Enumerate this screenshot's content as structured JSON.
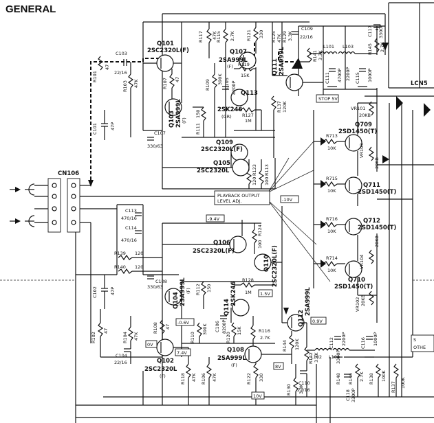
{
  "title": "GENERAL",
  "connector": "CN106",
  "labels": {
    "playback1": "PLAYBACK OUTPUT",
    "playback2": "LEVEL ADJ.",
    "stop": "STOP 5V",
    "lcn": "LCN5",
    "s": "S",
    "othe": "OTHE",
    "v_n10": "-10V",
    "v_n94": "-9.4V",
    "v_15": "1.5V",
    "v_n06": "-0.6V",
    "v_0": "0V",
    "v_74": "7.4V",
    "v_09": "0.9V",
    "v_8": "8V",
    "v_10": "10V"
  },
  "transistors": {
    "q101": "Q101",
    "q101t": "2SC2320L(F)",
    "q107": "Q107",
    "q107t": "2SA999L",
    "q111": "Q111",
    "q111t": "2SA999L",
    "q103": "Q103",
    "q103t": "2SA999L",
    "q113": "Q113",
    "q113t": "2SK246",
    "q113r": "(GR)",
    "q109": "Q109",
    "q109t": "2SC2320L(F)",
    "q105": "Q105",
    "q105t": "2SC2320L",
    "q709": "Q709",
    "q709t": "2SD1450(T)",
    "q711": "Q711",
    "q711t": "2SD1450(T)",
    "q712": "Q712",
    "q712t": "2SD1450(T)",
    "q710": "Q710",
    "q710t": "2SD1450(T)",
    "q106": "Q106",
    "q106t": "2SC2320L(F)",
    "q110": "Q110",
    "q110t": "2SC2320L(F)",
    "q104": "Q104",
    "q104t": "2SA999L",
    "q114": "Q114",
    "q114t": "2SK246",
    "q112": "Q112",
    "q112t": "2SA999L",
    "q108": "Q108",
    "q108t": "2SA999L",
    "q102": "Q102",
    "q102t": "2SC2320L",
    "fparen": "(F)"
  },
  "resistors": {
    "r101": "R101",
    "r101v": "47",
    "r103": "R103",
    "r103v": "47K",
    "r117": "R117",
    "r117v": "47K",
    "r115": "R115",
    "r115v": "2.7K",
    "r121": "R121",
    "r121v": "330",
    "r125": "R125",
    "r125v": "47K",
    "r129": "R129",
    "r129v": "3.3K",
    "r107": "R107",
    "r107v": "47",
    "r109": "R109",
    "r109v": "390K",
    "r119": "R119",
    "r119v": "15K",
    "r111": "R111",
    "r111v": "150",
    "r127": "R127",
    "r127v": "1M",
    "r137": "R137",
    "r137v": "120K",
    "r141": "R141",
    "r141v": "3.3K",
    "r145": "R145",
    "r145v": "2.7K",
    "r123": "R123",
    "r123v": "120",
    "r113": "R113",
    "r113v": "100",
    "r713": "R713",
    "r713v": "10K",
    "r715": "R715",
    "r715v": "10K",
    "r716": "R716",
    "r716v": "10K",
    "r714": "R714",
    "r714v": "10K",
    "r124": "R124",
    "r124v": "100",
    "r139": "R139",
    "r139v": "120",
    "r140": "R140",
    "r140v": "120",
    "r112": "R112",
    "r112v": "150",
    "r128": "R128",
    "r128v": "1M",
    "r110": "R110",
    "r110v": "390K",
    "r120": "R120",
    "r120v": "15K",
    "r116": "R116",
    "r116v": "2.7K",
    "r108": "R108",
    "r108v": "47",
    "r104": "R104",
    "r104v": "47K",
    "r102": "R102",
    "r102v": "47",
    "r118": "R118",
    "r118v": "47K",
    "r106": "R106",
    "r106v": "47K",
    "r122": "R122",
    "r122v": "330",
    "r144": "R144",
    "r144v": "120K",
    "r142": "R142",
    "r142v": "3.3K",
    "r130": "R130",
    "r130v": "3.3K",
    "r146": "R146",
    "r146v": "2.7K",
    "r148": "R148",
    "r148v": "3300P",
    "r138": "R138",
    "r138v": "100K",
    "r137b": "R137",
    "r137bv": "100K"
  },
  "capacitors": {
    "c103": "C103",
    "c103v": "22/16",
    "c101": "C101",
    "c101v": "47P",
    "c107": "C107",
    "c107v": "330/63",
    "c105": "C105",
    "c105v": "8200P",
    "c109": "C109",
    "c109v": "22/16",
    "c111": "C111",
    "c111v": "4700P",
    "c117": "C117",
    "c117v": "3300P",
    "c113": "C113",
    "c113v": "470/16",
    "c114": "C114",
    "c114v": "470/16",
    "c102": "C102",
    "c102v": "47P",
    "c108": "C108",
    "c108v": "330/63",
    "c106": "C106",
    "c106v": "8200P",
    "c104": "C104",
    "c104v": "22/16",
    "c110": "C110",
    "c110v": "22/16",
    "c112": "C112",
    "c112v": "2200P",
    "c116": "C116",
    "c116v": "1000P",
    "c118": "C118",
    "c118v": "3300P",
    "c115": "C115",
    "c115v": "1000P"
  },
  "inductors": {
    "l101": "L101",
    "l103": "L103",
    "l102": "L102",
    "l104": "L104",
    "l103v": "2200P"
  },
  "pots": {
    "vr101": "VR101",
    "vr101v": "20KB",
    "vr103": "VR103",
    "vr103v": "20KB",
    "vr104": "VR104",
    "vr104v": "20KB",
    "vr102": "VR102",
    "vr102v": "20KB"
  }
}
